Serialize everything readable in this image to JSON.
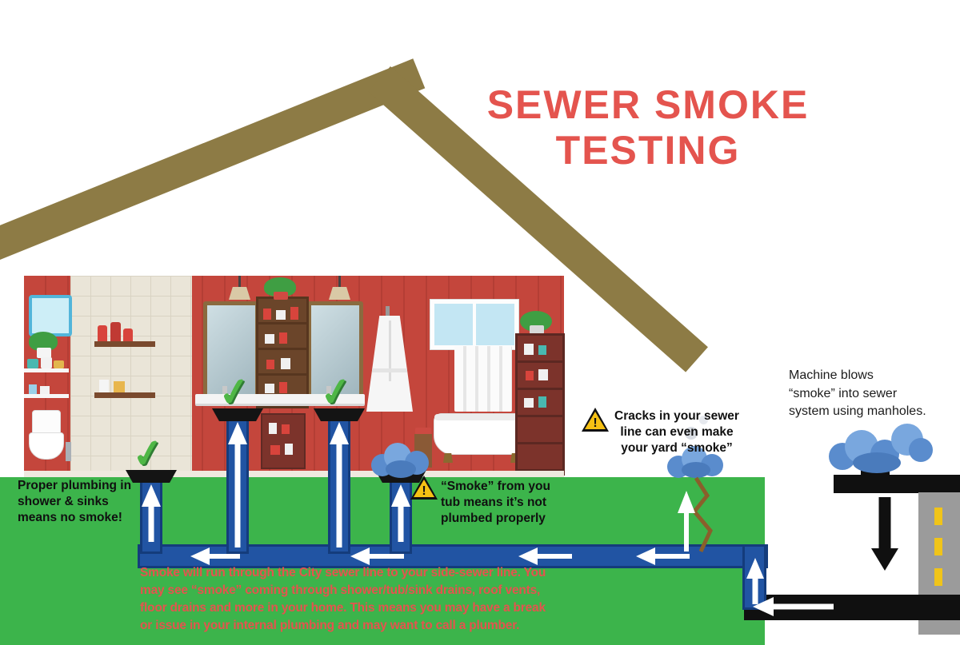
{
  "title": {
    "line1": "SEWER SMOKE",
    "line2": "TESTING"
  },
  "notes": {
    "proper_plumbing": "Proper plumbing in\nshower & sinks\nmeans no smoke!",
    "tub_smoke": "“Smoke” from you\ntub means it’s not\nplumbed properly",
    "yard_cracks": "Cracks in your sewer\nline can even make\nyour yard “smoke”",
    "machine": "Machine blows\n“smoke” into sewer\nsystem using manholes.",
    "bottom_paragraph": "Smoke will run through the City sewer line to your side-sewer line. You\nmay see “smoke” coming through shower/tub/sink drains, roof vents,\nfloor drains and more in your home. This means you may have a break\nor issue in your internal plumbing and may want to call a plumber.",
    "warning_mark": "!"
  },
  "icons": {
    "checkmark": "✓"
  },
  "colors": {
    "title_red": "#e4544e",
    "grass_green": "#3cb44b",
    "pipe_blue": "#2154a3",
    "roof_brown": "#8d7b45",
    "wall_red": "#c4463c",
    "smoke_blue": "#6d9ed8",
    "warning_yellow": "#f6c114",
    "road_gray": "#9b9b9b",
    "dash_yellow": "#f0c419"
  }
}
